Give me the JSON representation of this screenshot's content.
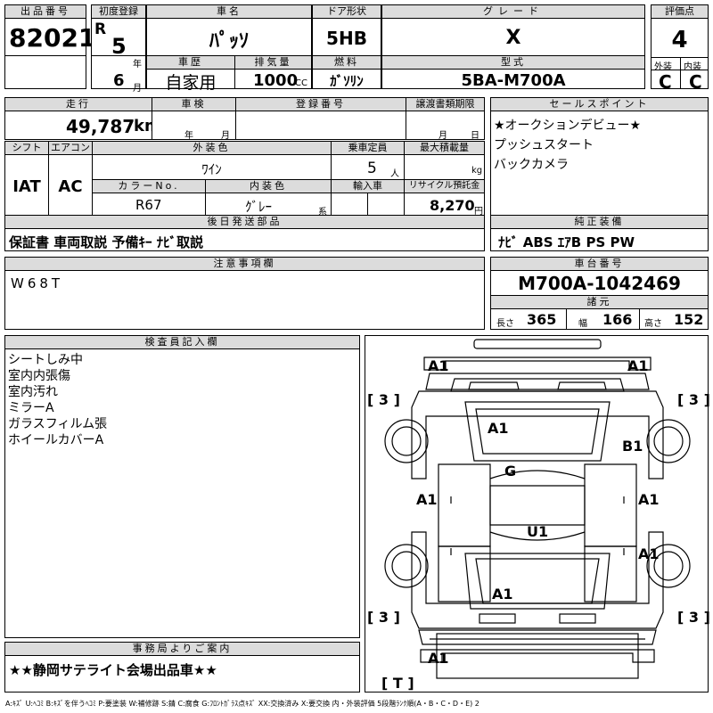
{
  "lot": {
    "label": "出品番号",
    "value": "82021"
  },
  "first_reg": {
    "label": "初度登録",
    "era": "R",
    "year": "5",
    "year_unit": "年",
    "month": "6",
    "month_unit": "月"
  },
  "model_name": {
    "label": "車名",
    "value": "ﾊﾟｯｿ"
  },
  "door": {
    "label": "ドア形状",
    "value": "5HB"
  },
  "grade": {
    "label": "グレード",
    "value": "X"
  },
  "score": {
    "label": "評価点",
    "value": "4",
    "ext_label": "外装",
    "int_label": "内装",
    "ext": "C",
    "int": "C"
  },
  "history": {
    "label": "車歴",
    "value": "自家用"
  },
  "displacement": {
    "label": "排気量",
    "value": "1000",
    "unit": "CC"
  },
  "fuel": {
    "label": "燃料",
    "value": "ｶﾞｿﾘﾝ"
  },
  "model_code": {
    "label": "型式",
    "value": "5BA-M700A"
  },
  "mileage": {
    "label": "走行",
    "value": "49,787",
    "unit": "km"
  },
  "inspection": {
    "label": "車検",
    "year": "年",
    "month": "月"
  },
  "reg_number": {
    "label": "登録番号"
  },
  "transfer_doc": {
    "label": "譲渡書類期限",
    "month": "月",
    "day": "日"
  },
  "sales_points": {
    "label": "セールスポイント",
    "items": [
      "★オークションデビュー★",
      "プッシュスタート",
      "バックカメラ"
    ]
  },
  "shift": {
    "label": "シフト",
    "value": "IAT"
  },
  "aircon": {
    "label": "エアコン",
    "value": "AC"
  },
  "ext_color": {
    "label": "外装色",
    "value": "ﾜｲﾝ"
  },
  "capacity": {
    "label": "乗車定員",
    "value": "5",
    "unit": "人"
  },
  "max_load": {
    "label": "最大積載量",
    "unit": "kg"
  },
  "color_no": {
    "label": "カラーNo.",
    "value": "R67"
  },
  "int_color": {
    "label": "内装色",
    "value": "ｸﾞﾚｰ",
    "unit": "系"
  },
  "import": {
    "label": "輸入車"
  },
  "recycle": {
    "label": "リサイクル預託金",
    "value": "8,270",
    "unit": "円"
  },
  "later_parts": {
    "label": "後日発送部品",
    "value": "保証書 車両取説 予備ｷｰ ﾅﾋﾞ取説"
  },
  "equipment": {
    "label": "純正装備",
    "value": "ﾅﾋﾞ ABS ｴｱB PS PW"
  },
  "notes": {
    "label": "注意事項欄",
    "value": "W68T"
  },
  "chassis": {
    "label": "車台番号",
    "value": "M700A-1042469"
  },
  "specs": {
    "label": "諸元",
    "length_label": "長さ",
    "length": "365",
    "width_label": "幅",
    "width": "166",
    "height_label": "高さ",
    "height": "152"
  },
  "inspector": {
    "label": "検査員記入欄",
    "items": [
      "シートしみ中",
      "室内内張傷",
      "室内汚れ",
      "ミラーA",
      "ガラスフィルム張",
      "ホイールカバーA"
    ]
  },
  "office": {
    "label": "事務局よりご案内",
    "value": "★★静岡サテライト会場出品車★★"
  },
  "diagram_marks": {
    "fl": "A1",
    "fr": "A1",
    "ll": "[ 3 ]",
    "lr": "[ 3 ]",
    "hood": "A1",
    "rf": "B1",
    "roof_g": "G",
    "lf_door": "A1",
    "rf_door": "A1",
    "center": "U1",
    "rr_door": "A1",
    "rear": "A1",
    "bl": "[ 3 ]",
    "br": "[ 3 ]",
    "bottom": "A1",
    "trunk": "[ T ]"
  },
  "legend": "A:ｷｽﾞ U:ﾍｺﾐ B:ｷｽﾞを伴うﾍｺﾐ P:要塗装 W:補修跡 S:錆 C:腐食 G:ﾌﾛﾝﾄｶﾞﾗｽ点ｷｽﾞ XX:交換済み X:要交換 内・外装評価 5段階ﾗﾝｸ順(A・B・C・D・E) 2"
}
